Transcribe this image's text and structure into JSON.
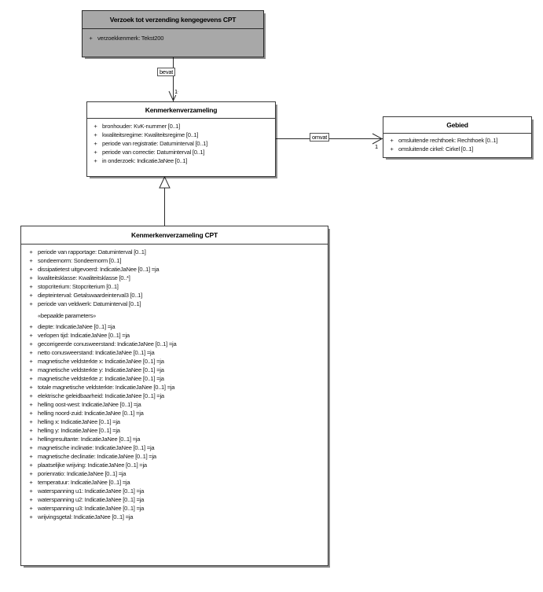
{
  "diagram": {
    "type": "uml-class-diagram",
    "title": "Kenmerkenverzameling CPT class diagram"
  },
  "classes": {
    "verzoek": {
      "name": "Verzoek tot verzending kengegevens CPT",
      "attributes": [
        {
          "visibility": "+",
          "signature": "verzoekkenmerk: Tekst200"
        }
      ]
    },
    "kenmerkenverzameling": {
      "name": "Kenmerkenverzameling",
      "attributes": [
        {
          "visibility": "+",
          "signature": "bronhouder: KvK-nummer [0..1]"
        },
        {
          "visibility": "+",
          "signature": "kwaliteitsregime: Kwaliteitsregime [0..1]"
        },
        {
          "visibility": "+",
          "signature": "periode van registratie: Datuminterval [0..1]"
        },
        {
          "visibility": "+",
          "signature": "periode van correctie: Datuminterval [0..1]"
        },
        {
          "visibility": "+",
          "signature": "in onderzoek: IndicatieJaNee [0..1]"
        }
      ]
    },
    "gebied": {
      "name": "Gebied",
      "attributes": [
        {
          "visibility": "+",
          "signature": "omsluitende rechthoek: Rechthoek [0..1]"
        },
        {
          "visibility": "+",
          "signature": "omsluitende cirkel: Cirkel [0..1]"
        }
      ]
    },
    "kenmerkenverzameling_cpt": {
      "name": "Kenmerkenverzameling CPT",
      "attributes": [
        {
          "visibility": "+",
          "signature": "periode van rapportage: Datuminterval [0..1]"
        },
        {
          "visibility": "+",
          "signature": "sondeernorm: Sondeernorm [0..1]"
        },
        {
          "visibility": "+",
          "signature": "dissipatietest uitgevoerd: IndicatieJaNee [0..1] =ja"
        },
        {
          "visibility": "+",
          "signature": "kwaliteitsklasse: Kwaliteitsklasse [0..*]"
        },
        {
          "visibility": "+",
          "signature": "stopcriterium: Stopcriterium [0..1]"
        },
        {
          "visibility": "+",
          "signature": "diepteinterval: Getalswaardeinterval3 [0..1]"
        },
        {
          "visibility": "+",
          "signature": "periode van veldwerk: Datuminterval [0..1]"
        },
        {
          "visibility": "",
          "signature": "«bepaalde parameters»",
          "stereotype": true
        },
        {
          "visibility": "+",
          "signature": "diepte: IndicatieJaNee [0..1] =ja"
        },
        {
          "visibility": "+",
          "signature": "verlopen tijd: IndicatieJaNee [0..1] =ja"
        },
        {
          "visibility": "+",
          "signature": "gecorrigeerde conusweerstand: IndicatieJaNee [0..1] =ja"
        },
        {
          "visibility": "+",
          "signature": "netto conusweerstand: IndicatieJaNee [0..1] =ja"
        },
        {
          "visibility": "+",
          "signature": "magnetische veldsterkte x: IndicatieJaNee [0..1] =ja"
        },
        {
          "visibility": "+",
          "signature": "magnetische veldsterkte y: IndicatieJaNee [0..1] =ja"
        },
        {
          "visibility": "+",
          "signature": "magnetische veldsterkte z: IndicatieJaNee [0..1] =ja"
        },
        {
          "visibility": "+",
          "signature": "totale magnetische veldsterkte: IndicatieJaNee [0..1] =ja"
        },
        {
          "visibility": "+",
          "signature": "elektrische geleidbaarheid: IndicatieJaNee [0..1] =ja"
        },
        {
          "visibility": "+",
          "signature": "helling oost-west: IndicatieJaNee [0..1] =ja"
        },
        {
          "visibility": "+",
          "signature": "helling noord-zuid: IndicatieJaNee [0..1] =ja"
        },
        {
          "visibility": "+",
          "signature": "helling x: IndicatieJaNee [0..1] =ja"
        },
        {
          "visibility": "+",
          "signature": "helling y: IndicatieJaNee [0..1] =ja"
        },
        {
          "visibility": "+",
          "signature": "hellingresultante: IndicatieJaNee [0..1] =ja"
        },
        {
          "visibility": "+",
          "signature": "magnetische inclinatie: IndicatieJaNee [0..1] =ja"
        },
        {
          "visibility": "+",
          "signature": "magnetische declinatie: IndicatieJaNee [0..1] =ja"
        },
        {
          "visibility": "+",
          "signature": "plaatselijke wrijving: IndicatieJaNee [0..1] =ja"
        },
        {
          "visibility": "+",
          "signature": "porienratio: IndicatieJaNee [0..1] =ja"
        },
        {
          "visibility": "+",
          "signature": "temperatuur: IndicatieJaNee [0..1] =ja"
        },
        {
          "visibility": "+",
          "signature": "waterspanning u1: IndicatieJaNee [0..1] =ja"
        },
        {
          "visibility": "+",
          "signature": "waterspanning u2: IndicatieJaNee [0..1] =ja"
        },
        {
          "visibility": "+",
          "signature": "waterspanning u3: IndicatieJaNee [0..1] =ja"
        },
        {
          "visibility": "+",
          "signature": "wrijvingsgetal: IndicatieJaNee [0..1] =ja"
        }
      ]
    }
  },
  "relationships": [
    {
      "id": "bevat",
      "kind": "association",
      "label": "bevat",
      "source": "verzoek",
      "target": "kenmerkenverzameling",
      "target_multiplicity": "1"
    },
    {
      "id": "omvat",
      "kind": "association",
      "label": "omvat",
      "source": "kenmerkenverzameling",
      "target": "gebied",
      "target_multiplicity": "1"
    },
    {
      "id": "generalization",
      "kind": "generalization",
      "label": "",
      "source": "kenmerkenverzameling_cpt",
      "target": "kenmerkenverzameling"
    }
  ],
  "colors": {
    "class_fill": "#ffffff",
    "class_fill_highlight": "#a8a8a8",
    "border": "#3a3a3a",
    "text": "#1a1a1a",
    "connector": "#2b2b2b"
  }
}
